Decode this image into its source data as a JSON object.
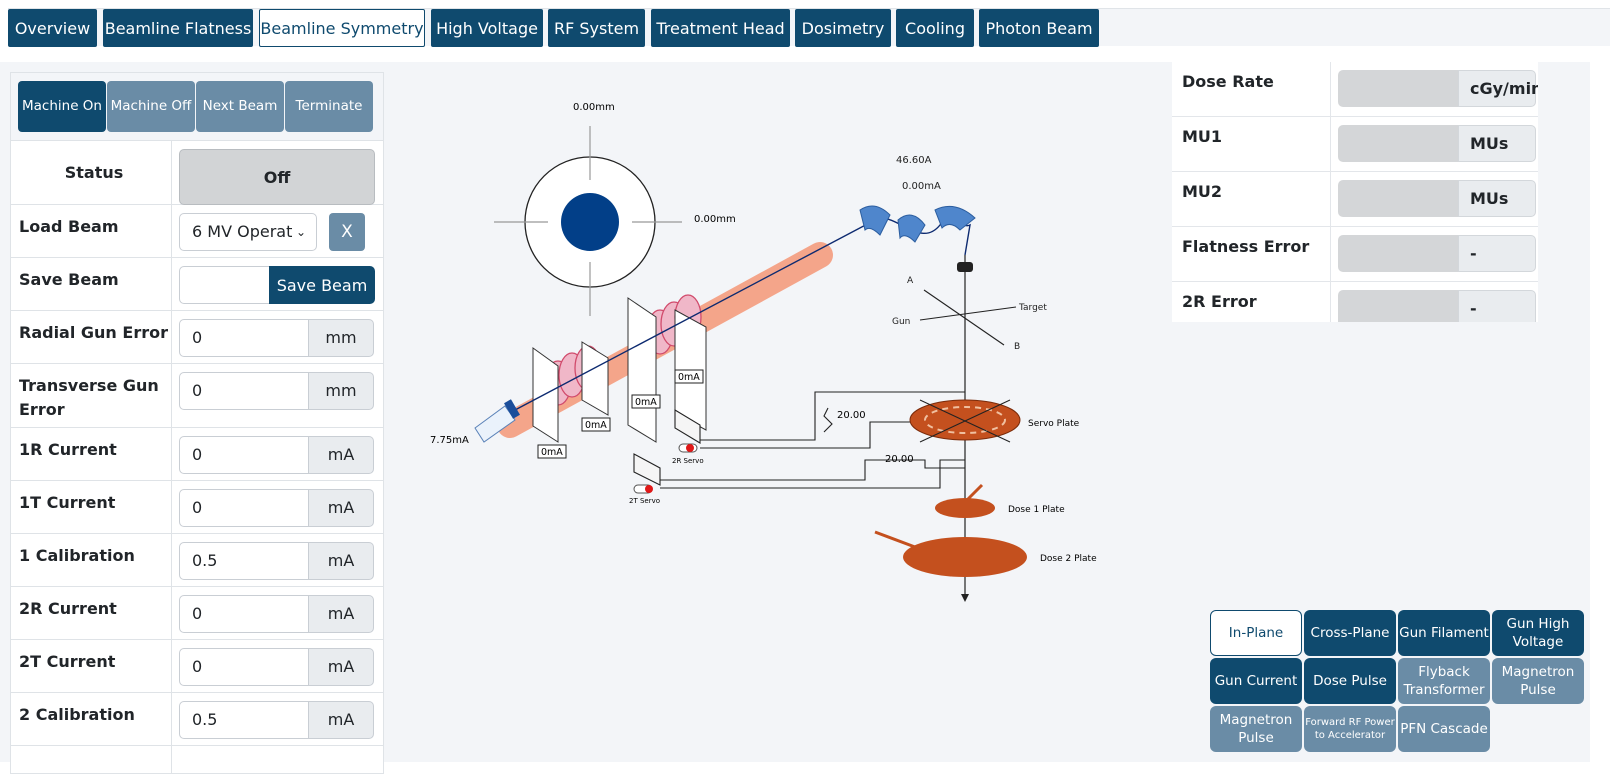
{
  "tabs": [
    "Overview",
    "Beamline Flatness",
    "Beamline Symmetry",
    "High Voltage",
    "RF System",
    "Treatment Head",
    "Dosimetry",
    "Cooling",
    "Photon Beam"
  ],
  "active_tab": "Beamline Symmetry",
  "machine_buttons": {
    "on": "Machine On",
    "off": "Machine Off",
    "next": "Next Beam",
    "terminate": "Terminate"
  },
  "status": {
    "label": "Status",
    "value": "Off"
  },
  "load_beam": {
    "label": "Load Beam",
    "selected": "6 MV Operat",
    "clear": "X"
  },
  "save_beam": {
    "label": "Save Beam",
    "value": "",
    "button": "Save Beam"
  },
  "params": [
    {
      "label": "Radial Gun Error",
      "value": "0",
      "unit": "mm"
    },
    {
      "label": "Transverse Gun Error",
      "value": "0",
      "unit": "mm"
    },
    {
      "label": "1R Current",
      "value": "0",
      "unit": "mA"
    },
    {
      "label": "1T Current",
      "value": "0",
      "unit": "mA"
    },
    {
      "label": "1 Calibration",
      "value": "0.5",
      "unit": "mA"
    },
    {
      "label": "2R Current",
      "value": "0",
      "unit": "mA"
    },
    {
      "label": "2T Current",
      "value": "0",
      "unit": "mA"
    },
    {
      "label": "2 Calibration",
      "value": "0.5",
      "unit": "mA"
    }
  ],
  "diagram": {
    "top_readout": "0.00mm",
    "side_readout": "0.00mm",
    "bend_current": "46.60A",
    "bend_ma": "0.00mA",
    "gun_current": "7.75mA",
    "coil_readouts": [
      "0mA",
      "0mA",
      "0mA",
      "0mA"
    ],
    "servo_resistor_1": "20.00",
    "servo_resistor_2": "20.00",
    "servo_2r": "2R Servo",
    "servo_2t": "2T Servo",
    "axis_a": "A",
    "axis_b": "B",
    "axis_gun": "Gun",
    "axis_target": "Target",
    "servo_plate": "Servo Plate",
    "dose1": "Dose 1 Plate",
    "dose2": "Dose 2 Plate"
  },
  "readouts": [
    {
      "label": "Dose Rate",
      "unit": "cGy/min"
    },
    {
      "label": "MU1",
      "unit": "MUs"
    },
    {
      "label": "MU2",
      "unit": "MUs"
    },
    {
      "label": "Flatness Error",
      "unit": "-"
    },
    {
      "label": "2R Error",
      "unit": "-"
    }
  ],
  "plot_buttons": [
    "In-Plane",
    "Cross-Plane",
    "Gun Filament",
    "Gun High Voltage",
    "Gun Current",
    "Dose Pulse",
    "Flyback Transformer",
    "Magnetron Pulse",
    "Magnetron Pulse",
    "Forward RF Power to Accelerator",
    "PFN Cascade"
  ],
  "colors": {
    "primary": "#0f4a6e",
    "secondary": "#6a8ca6",
    "beam": "#f4a58a",
    "plate": "#c4501e"
  }
}
